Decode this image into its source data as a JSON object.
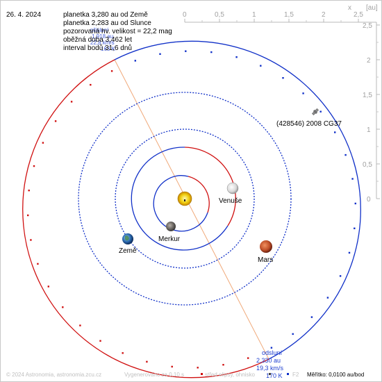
{
  "header": {
    "date": "26. 4. 2024",
    "info_lines": [
      "planetka 3,280 au od Země",
      "planetka 2,283 au od Slunce",
      "pozorovaná hv. velikost = 22,2 mag",
      "oběžná doba 3,462 let",
      "interval bodů 31,6 dnů"
    ],
    "perihelion_overlay": [
      "přísluní",
      "1,918 au",
      "22,8 km/s",
      "163 K"
    ]
  },
  "axes": {
    "x_letter": "x",
    "y_unit": "[au]",
    "x_ticks": [
      "0",
      "0,5",
      "1",
      "1,5",
      "2",
      "2,5"
    ],
    "y_ticks": [
      "2,5",
      "2",
      "1,5",
      "1",
      "0,5",
      "0"
    ]
  },
  "bodies": {
    "venus": "Venuše",
    "mercury": "Merkur",
    "earth": "Země",
    "mars": "Mars"
  },
  "asteroid": {
    "label": "(428546) 2008 CG37"
  },
  "aphelion": {
    "lines": [
      "odsluní",
      "2,330 au",
      "19,3 km/s",
      "170 K"
    ]
  },
  "footer": {
    "copyright": "© 2024 Astronomia, astronomia.zcu.cz",
    "generated": "Vygenerováno za 0,10 s",
    "legend_ellipse": "střed elipsy, ohnisko",
    "legend_f2": "F2",
    "scale": "Měřítko: 0,0100 au/bod"
  },
  "colors": {
    "orbit_above": "#1030c8",
    "orbit_below": "#d01010",
    "tick": "#b8b8b8",
    "axis_text": "#a0a0a0",
    "apsis_line": "#f0a878",
    "overlay_blue": "#2040d0"
  }
}
